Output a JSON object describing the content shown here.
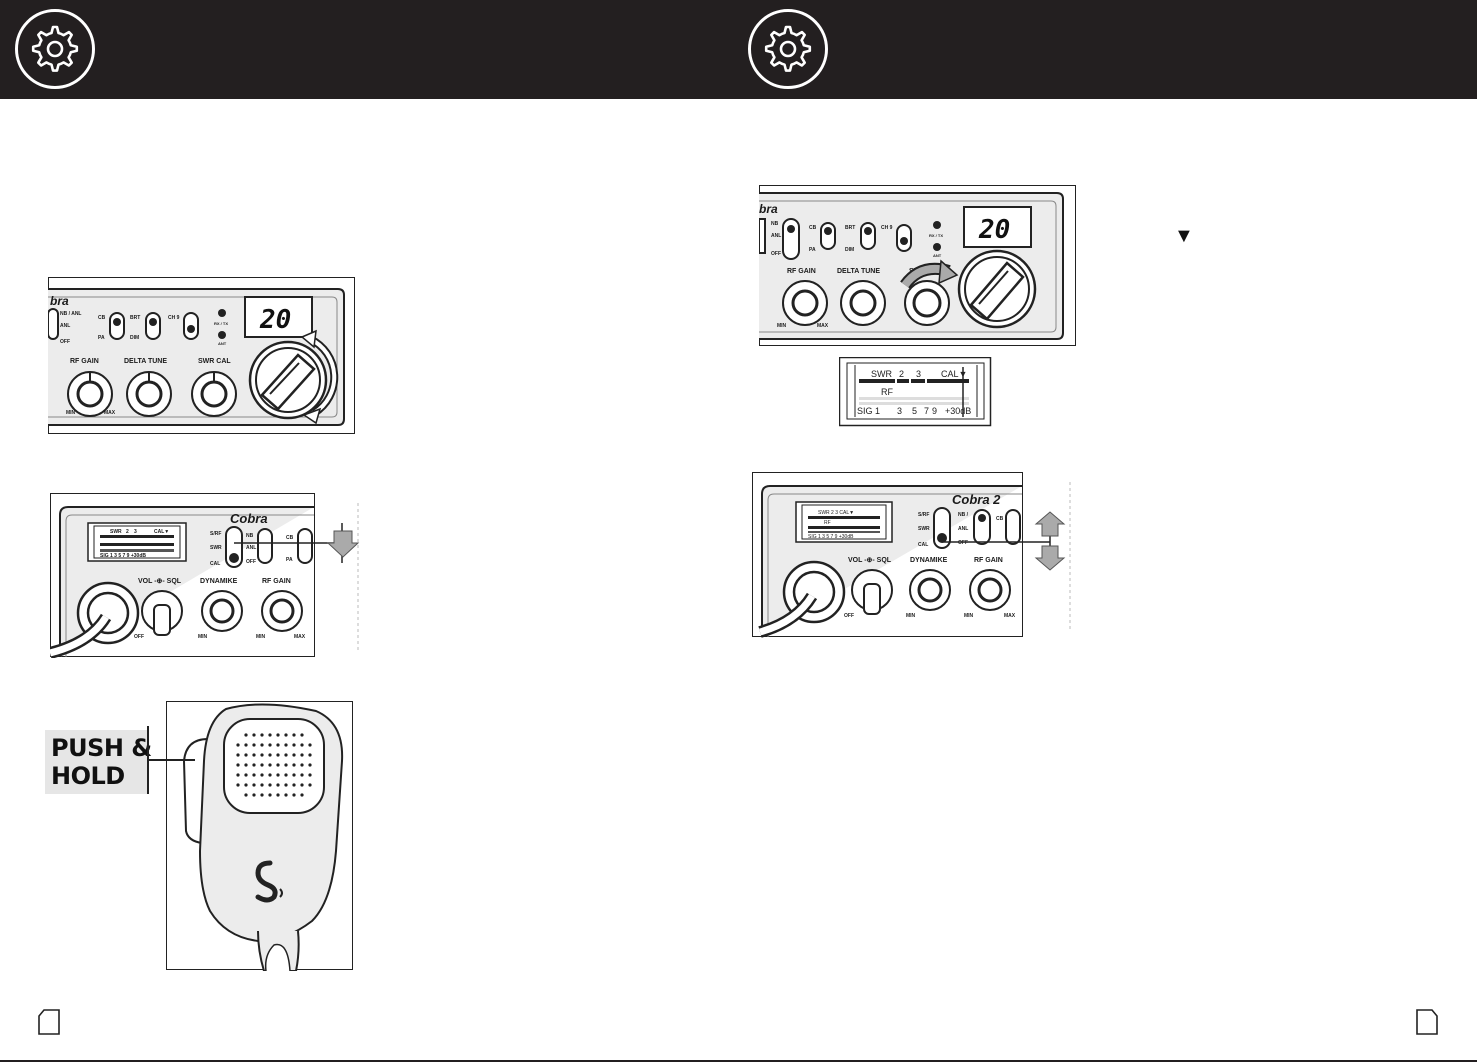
{
  "header": {
    "left_icon": "gear-icon",
    "right_icon": "gear-icon"
  },
  "radio": {
    "brand": "Cobra",
    "brand_partial": "bra",
    "channel_display": "20",
    "controls": {
      "nb_anl": "NB / ANL",
      "anl": "ANL",
      "off": "OFF",
      "cb": "CB",
      "pa": "PA",
      "brt": "BRT",
      "dim": "DIM",
      "ch9": "CH 9",
      "rxtx": "RX / TX",
      "ant": "ANT",
      "rf_gain": "RF GAIN",
      "delta_tune": "DELTA TUNE",
      "swr_cal": "SWR CAL",
      "min": "MIN",
      "max": "MAX",
      "s_rf": "S/RF",
      "swr": "SWR",
      "cal": "CAL",
      "vol_sql": "VOL -⊕- SQL",
      "dynamike": "DYNAMIKE"
    }
  },
  "meter": {
    "row1": [
      "SWR",
      "2",
      "3",
      "CAL▼"
    ],
    "row2": "RF",
    "row3": [
      "SIG 1",
      "3",
      "5",
      "7",
      "9",
      "+30dB"
    ]
  },
  "callout": {
    "push_hold_line1": "PUSH &",
    "push_hold_line2": "HOLD"
  },
  "marker": {
    "triangle": "▼"
  },
  "colors": {
    "header_bg": "#231f20",
    "panel_fill": "#ececec",
    "push_hold_bg": "#e6e6e6"
  }
}
